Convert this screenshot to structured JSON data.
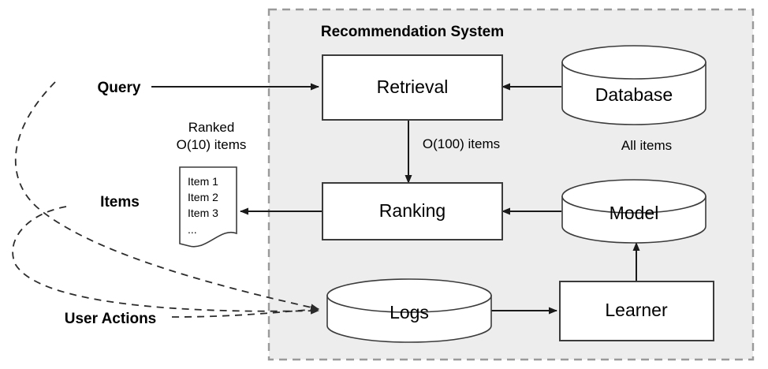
{
  "diagram": {
    "title": "Recommendation System",
    "container": {
      "label": "Recommendation System",
      "fill_color": "#ededed",
      "border_color": "#9a9a9a"
    },
    "io_labels": {
      "query": "Query",
      "items": "Items",
      "user_actions": "User Actions"
    },
    "nodes": {
      "retrieval": "Retrieval",
      "ranking": "Ranking",
      "database": "Database",
      "model": "Model",
      "logs": "Logs",
      "learner": "Learner"
    },
    "captions": {
      "all_items": "All items",
      "ranked_line1": "Ranked",
      "ranked_line2": "O(10) items"
    },
    "edge_labels": {
      "retrieval_to_ranking": "O(100) items"
    },
    "items_document": {
      "lines": [
        "Item 1",
        "Item 2",
        "Item 3",
        "..."
      ]
    },
    "colors": {
      "node_fill": "#ffffff",
      "node_stroke": "#3b3b3b",
      "edge_stroke": "#1a1a1a",
      "text": "#000000",
      "page_background": "#ffffff"
    }
  }
}
